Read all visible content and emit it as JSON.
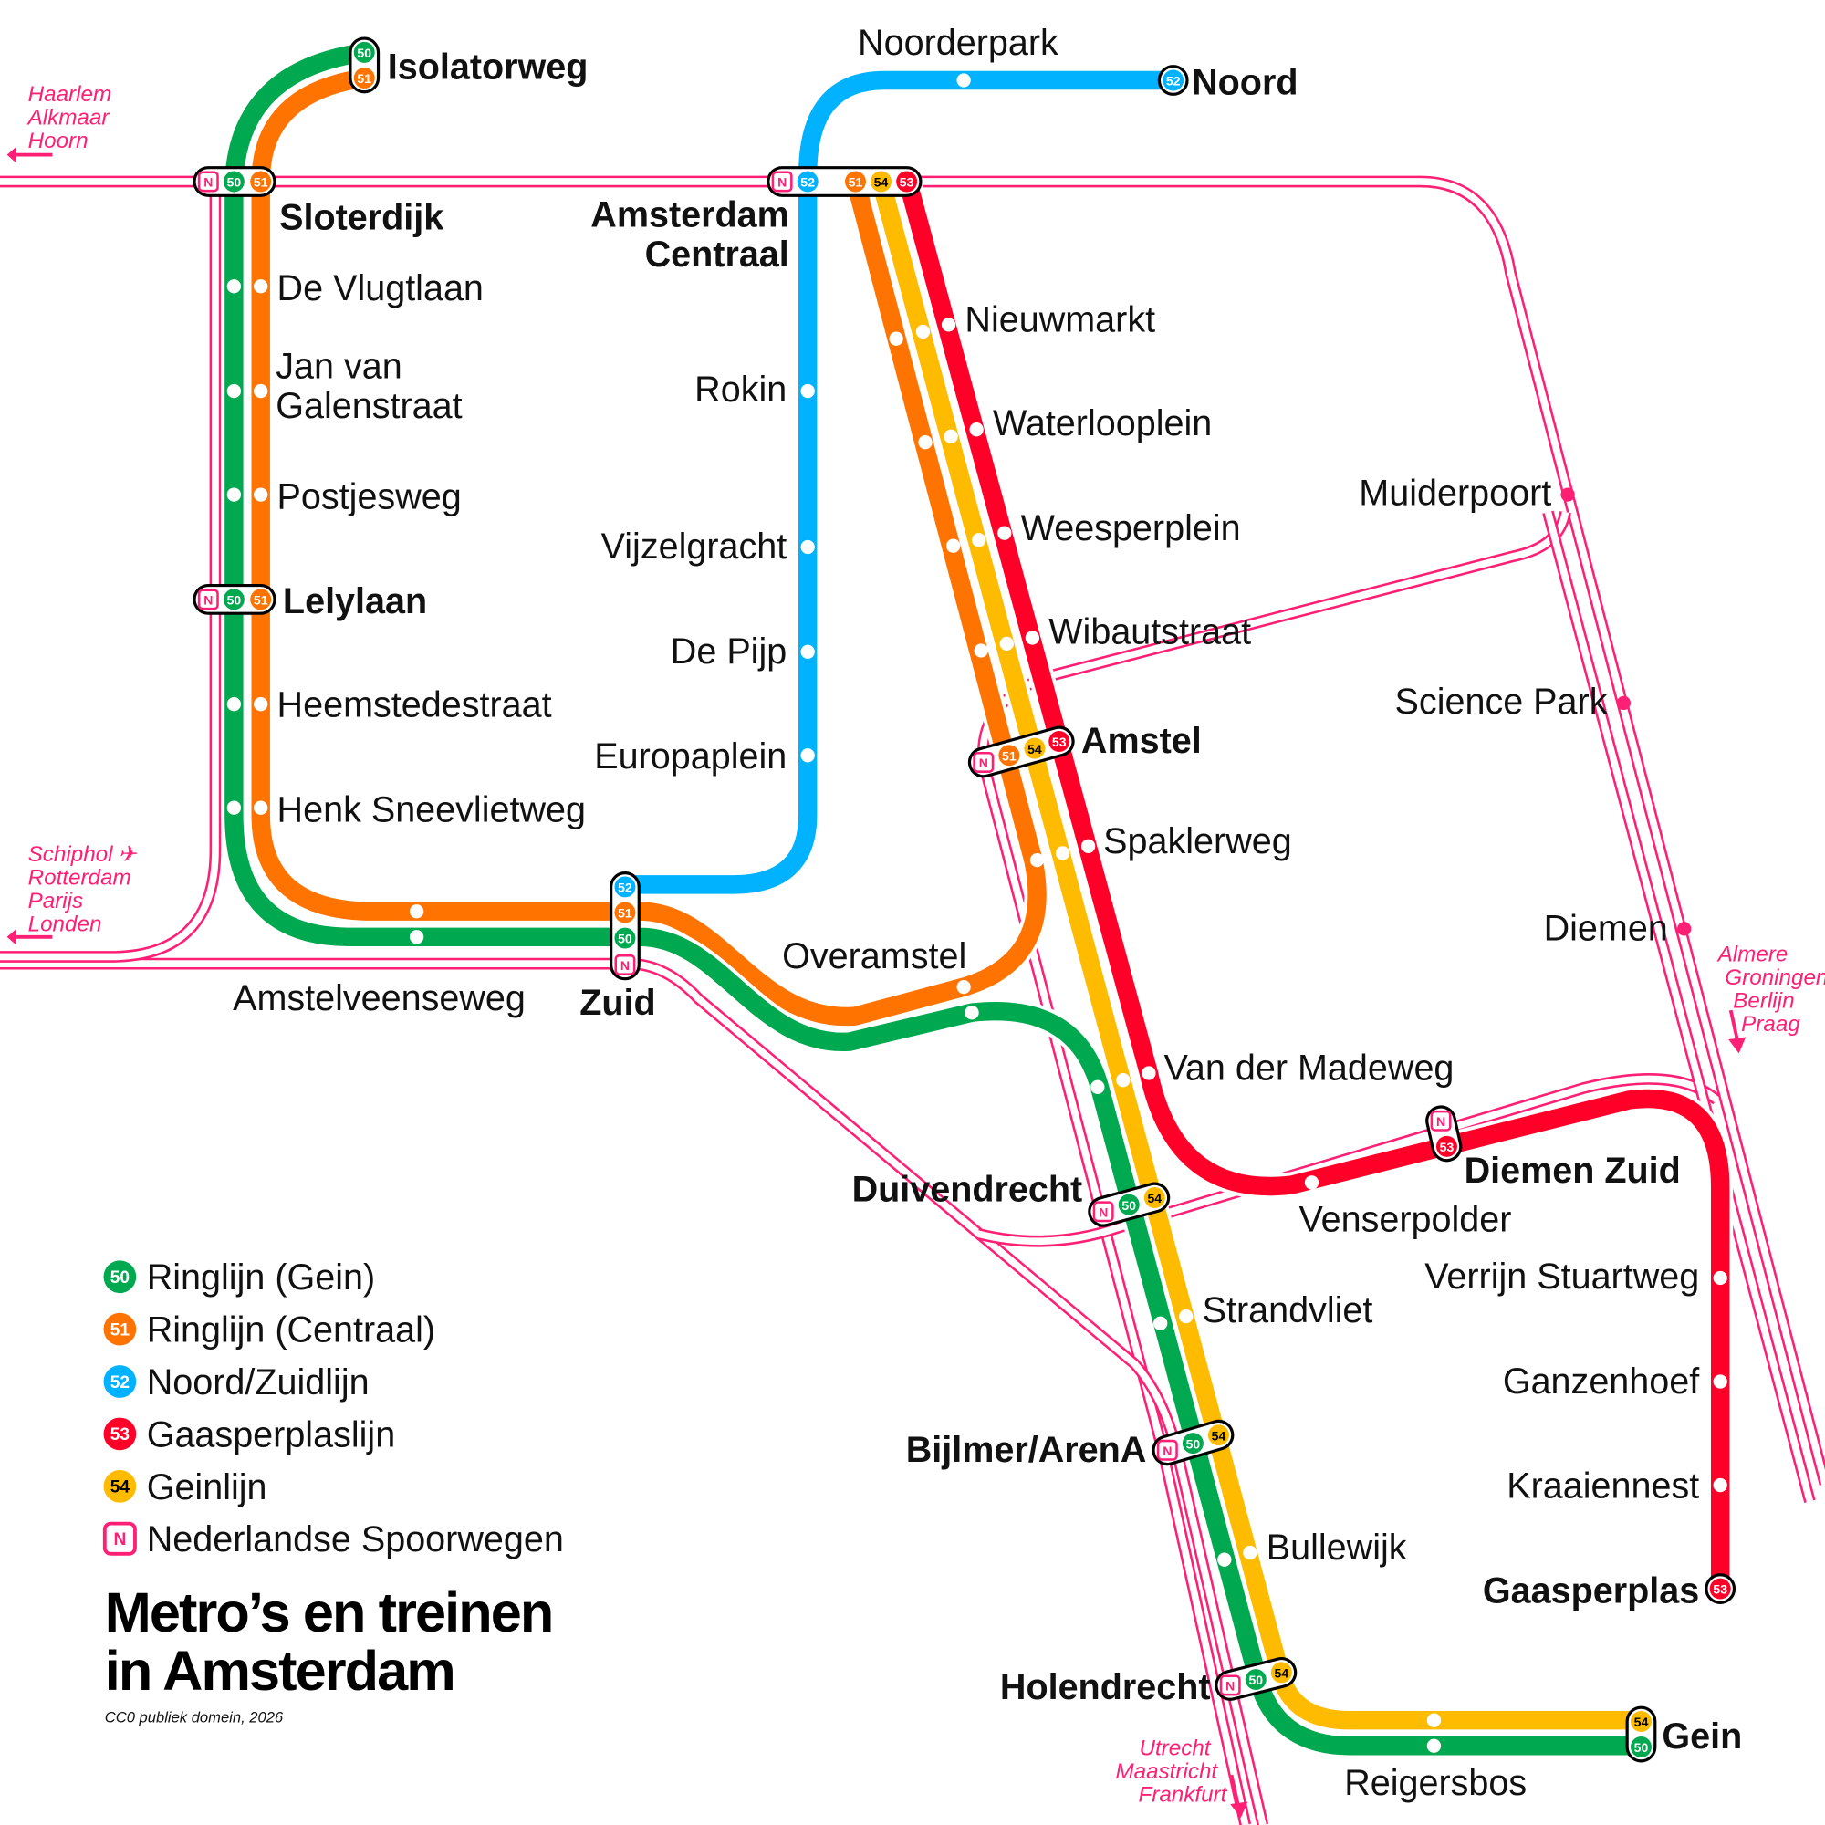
{
  "title": {
    "line1": "Metro’s en treinen",
    "line2": "in Amsterdam",
    "credit": "CC0 publiek domein, 2026"
  },
  "lines": [
    {
      "id": "50",
      "name": "Ringlijn (Gein)",
      "color": "#00a94f",
      "text_color": "#ffffff"
    },
    {
      "id": "51",
      "name": "Ringlijn (Centraal)",
      "color": "#ff7300",
      "text_color": "#ffffff"
    },
    {
      "id": "52",
      "name": "Noord/Zuidlijn",
      "color": "#00b2ff",
      "text_color": "#ffffff"
    },
    {
      "id": "53",
      "name": "Gaasperplaslijn",
      "color": "#ff0029",
      "text_color": "#ffffff"
    },
    {
      "id": "54",
      "name": "Geinlijn",
      "color": "#ffbb00",
      "text_color": "#000000"
    },
    {
      "id": "N",
      "name": "Nederlandse Spoorwegen",
      "color": "#ff1f75",
      "text_color": "#ff1f75"
    }
  ],
  "stations": [
    {
      "name": "Isolatorweg",
      "major": true,
      "lines": [
        "50",
        "51"
      ]
    },
    {
      "name": "Sloterdijk",
      "major": true,
      "lines": [
        "N",
        "50",
        "51"
      ]
    },
    {
      "name": "De Vlugtlaan",
      "major": false
    },
    {
      "name": "Jan van Galenstraat",
      "name_lines": [
        "Jan van",
        "Galenstraat"
      ],
      "major": false
    },
    {
      "name": "Postjesweg",
      "major": false
    },
    {
      "name": "Lelylaan",
      "major": true,
      "lines": [
        "N",
        "50",
        "51"
      ]
    },
    {
      "name": "Heemstedestraat",
      "major": false
    },
    {
      "name": "Henk Sneevlietweg",
      "major": false
    },
    {
      "name": "Amstelveenseweg",
      "major": false
    },
    {
      "name": "Zuid",
      "major": true,
      "lines": [
        "52",
        "51",
        "50",
        "N"
      ]
    },
    {
      "name": "Overamstel",
      "major": false
    },
    {
      "name": "Noorderpark",
      "major": false
    },
    {
      "name": "Noord",
      "major": true,
      "lines": [
        "52"
      ]
    },
    {
      "name": "Amsterdam Centraal",
      "name_lines": [
        "Amsterdam",
        "Centraal"
      ],
      "major": true,
      "lines": [
        "N",
        "52",
        "51",
        "54",
        "53"
      ]
    },
    {
      "name": "Rokin",
      "major": false
    },
    {
      "name": "Vijzelgracht",
      "major": false
    },
    {
      "name": "De Pijp",
      "major": false
    },
    {
      "name": "Europaplein",
      "major": false
    },
    {
      "name": "Nieuwmarkt",
      "major": false
    },
    {
      "name": "Waterlooplein",
      "major": false
    },
    {
      "name": "Weesperplein",
      "major": false
    },
    {
      "name": "Wibautstraat",
      "major": false
    },
    {
      "name": "Amstel",
      "major": true,
      "lines": [
        "N",
        "51",
        "54",
        "53"
      ]
    },
    {
      "name": "Spaklerweg",
      "major": false
    },
    {
      "name": "Van der Madeweg",
      "major": false
    },
    {
      "name": "Duivendrecht",
      "major": true,
      "lines": [
        "N",
        "50",
        "54"
      ]
    },
    {
      "name": "Strandvliet",
      "major": false
    },
    {
      "name": "Bijlmer/ArenA",
      "major": true,
      "lines": [
        "N",
        "50",
        "54"
      ]
    },
    {
      "name": "Bullewijk",
      "major": false
    },
    {
      "name": "Holendrecht",
      "major": true,
      "lines": [
        "N",
        "50",
        "54"
      ]
    },
    {
      "name": "Reigersbos",
      "major": false
    },
    {
      "name": "Gein",
      "major": true,
      "lines": [
        "54",
        "50"
      ]
    },
    {
      "name": "Venserpolder",
      "major": false
    },
    {
      "name": "Diemen Zuid",
      "major": true,
      "lines": [
        "N",
        "53"
      ]
    },
    {
      "name": "Verrijn Stuartweg",
      "major": false
    },
    {
      "name": "Ganzenhoef",
      "major": false
    },
    {
      "name": "Kraaiennest",
      "major": false
    },
    {
      "name": "Gaasperplas",
      "major": true,
      "lines": [
        "53"
      ]
    },
    {
      "name": "Muiderpoort",
      "major": false,
      "rail": true
    },
    {
      "name": "Science Park",
      "major": false,
      "rail": true
    },
    {
      "name": "Diemen",
      "major": false,
      "rail": true
    }
  ],
  "destinations": [
    {
      "lines": [
        "Haarlem",
        "Alkmaar",
        "Hoorn"
      ]
    },
    {
      "lines": [
        "Schiphol",
        "Rotterdam",
        "Parijs",
        "Londen"
      ],
      "icon": "airplane-icon"
    },
    {
      "lines": [
        "Almere",
        "Groningen",
        "Berlijn",
        "Praag"
      ]
    },
    {
      "lines": [
        "Utrecht",
        "Maastricht",
        "Frankfurt"
      ]
    }
  ]
}
